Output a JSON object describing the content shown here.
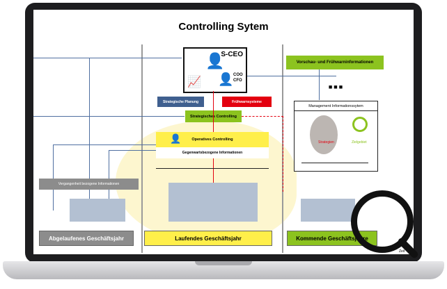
{
  "title": "Controlling Sytem",
  "ceo": {
    "label": "S-CEO",
    "coo": "COO",
    "cfo": "CFO"
  },
  "boxes": {
    "vorschau": "Vorschau- und Frühwarninformationen",
    "dots": "■■■",
    "strat_planung": "Strategische Planung",
    "fruehwarn": "Frühwarnsysteme",
    "strat_controlling": "Strategisches Controlling",
    "op_controlling": "Operatives Controlling",
    "gegenwart": "Gegenwartsbezogene Informationen",
    "vergangenheit": "Vergangenheit bezogene Informationen",
    "mis": "Management Informationssytem",
    "strategien": "Strategien",
    "zielgebiet": "Zielgebiet",
    "zeit": "Zeit"
  },
  "years": {
    "past": "Abgelaufenes Geschäftsjahr",
    "current": "Laufendes Geschäftsjahr",
    "next": "Kommende Geschäftsjahre"
  },
  "colors": {
    "green": "#8cc31f",
    "yellow": "#ffef4a",
    "blue": "#3f5f8f",
    "red": "#e3000f",
    "gray": "#8c8c8c"
  }
}
